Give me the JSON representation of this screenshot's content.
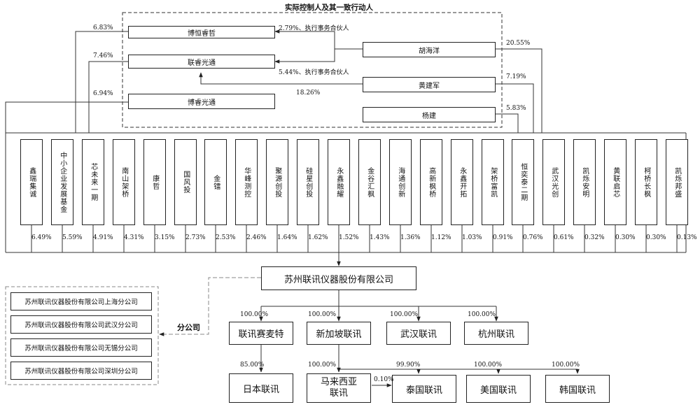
{
  "title": "实际控制人及其一致行动人",
  "controllers": {
    "boheng": "博恒睿哲",
    "lianrong": "联睿光通",
    "borong": "博睿光通",
    "hu": "胡海洋",
    "huang": "黄建军",
    "yang": "杨建"
  },
  "ctrl_pcts": {
    "boheng_up": "6.83%",
    "lianrong_up": "7.46%",
    "borong_up": "6.94%",
    "hu_to_boheng": "2.79%、执行事务合伙人",
    "hu_to_lianrong": "5.44%、执行事务合伙人",
    "huang_to_lianrong": "18.26%",
    "hu_up": "20.55%",
    "huang_up": "7.19%",
    "yang_up": "5.83%"
  },
  "shareholders": [
    {
      "name": "鑫瑞集诚",
      "pct": "6.49%"
    },
    {
      "name": "中小企业发展基金",
      "pct": "5.59%"
    },
    {
      "name": "芯未来一期",
      "pct": "4.91%"
    },
    {
      "name": "南山架桥",
      "pct": "4.31%"
    },
    {
      "name": "康哲",
      "pct": "3.15%"
    },
    {
      "name": "国风投",
      "pct": "2.73%"
    },
    {
      "name": "金镭",
      "pct": "2.53%"
    },
    {
      "name": "华峰测控",
      "pct": "2.46%"
    },
    {
      "name": "聚源创投",
      "pct": "1.64%"
    },
    {
      "name": "硅星创投",
      "pct": "1.62%"
    },
    {
      "name": "永鑫融耀",
      "pct": "1.52%"
    },
    {
      "name": "金谷汇枫",
      "pct": "1.43%"
    },
    {
      "name": "海通创新",
      "pct": "1.36%"
    },
    {
      "name": "高新枫桥",
      "pct": "1.12%"
    },
    {
      "name": "永鑫开拓",
      "pct": "1.03%"
    },
    {
      "name": "架桥富凯",
      "pct": "0.91%"
    },
    {
      "name": "恒奕泰二期",
      "pct": "0.76%"
    },
    {
      "name": "武汉光创",
      "pct": "0.61%"
    },
    {
      "name": "凯烁安明",
      "pct": "0.32%"
    },
    {
      "name": "黄联启芯",
      "pct": "0.30%"
    },
    {
      "name": "柯桥长枫",
      "pct": "0.30%"
    },
    {
      "name": "凯烁邦盛",
      "pct": "0.13%"
    }
  ],
  "company": "苏州联讯仪器股份有限公司",
  "branch_label": "分公司",
  "branches": [
    "苏州联讯仪器股份有限公司上海分公司",
    "苏州联讯仪器股份有限公司武汉分公司",
    "苏州联讯仪器股份有限公司无锡分公司",
    "苏州联讯仪器股份有限公司深圳分公司"
  ],
  "subs": {
    "saimaite": {
      "name": "联讯赛麦特",
      "pct": "100.00%"
    },
    "singapore": {
      "name": "新加坡联讯",
      "pct": "100.00%"
    },
    "wuhan": {
      "name": "武汉联讯",
      "pct": "100.00%"
    },
    "hangzhou": {
      "name": "杭州联讯",
      "pct": "100.00%"
    },
    "japan": {
      "name": "日本联讯",
      "pct": "85.00%"
    },
    "malaysia": {
      "name": "马来西亚\n联讯",
      "pct": "100.00%"
    },
    "thailand": {
      "name": "泰国联讯",
      "pct": "99.90%"
    },
    "usa": {
      "name": "美国联讯",
      "pct": "100.00%"
    },
    "korea": {
      "name": "韩国联讯",
      "pct": "100.00%"
    },
    "my_to_th": "0.10%"
  }
}
